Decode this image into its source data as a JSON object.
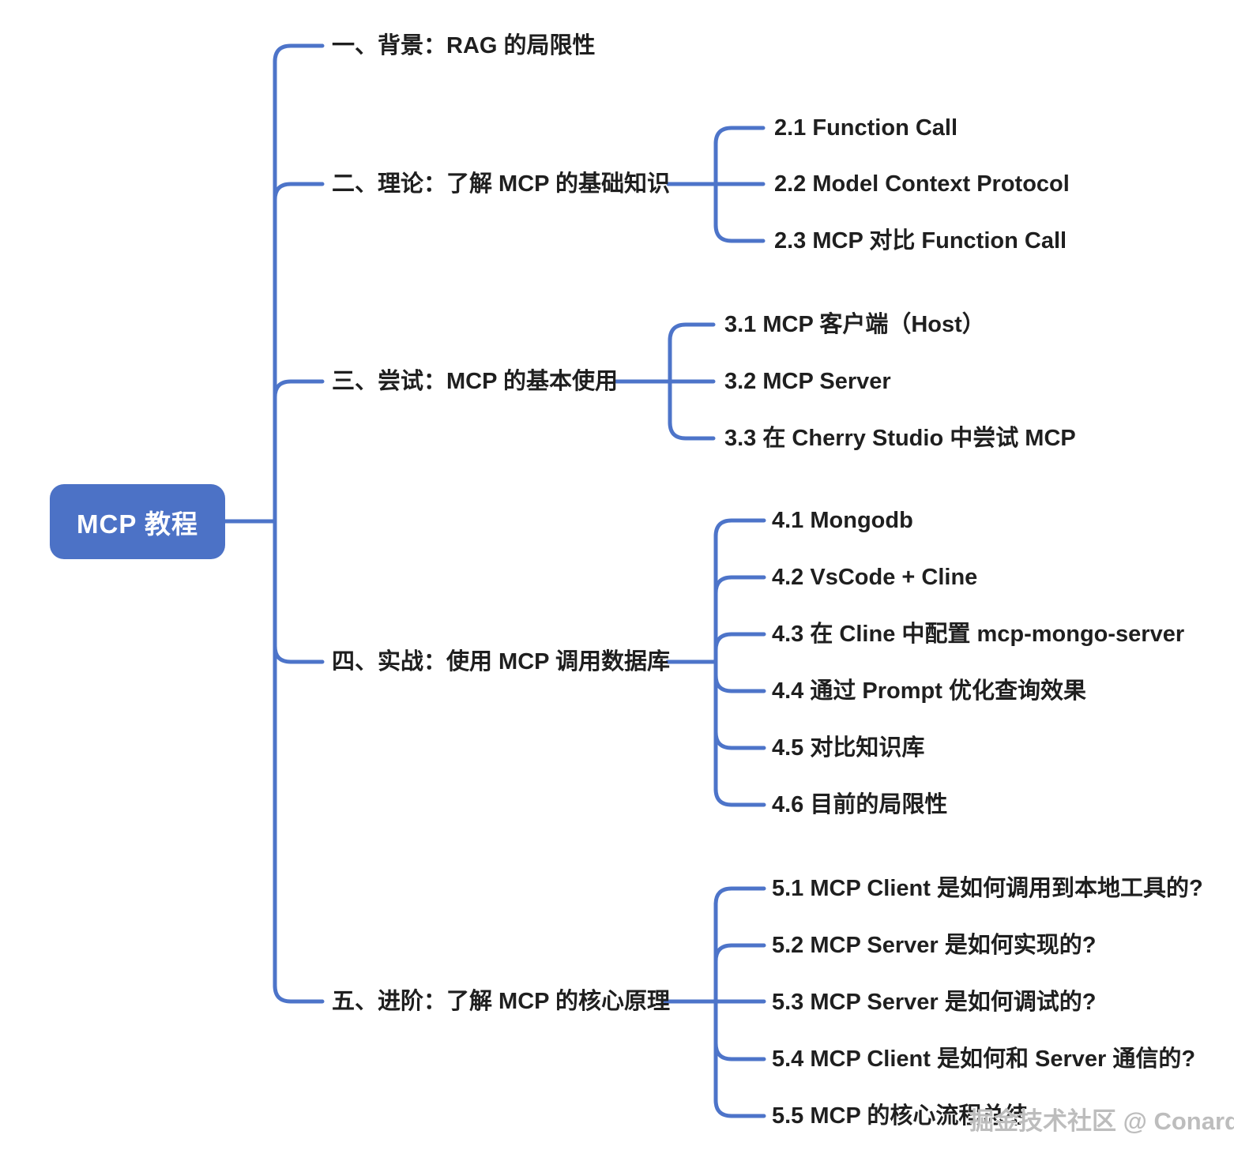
{
  "root": {
    "label": "MCP 教程"
  },
  "branches": [
    {
      "label": "一、背景：RAG 的局限性",
      "children": []
    },
    {
      "label": "二、理论：了解 MCP 的基础知识",
      "children": [
        "2.1 Function Call",
        "2.2 Model Context Protocol",
        "2.3 MCP 对比 Function Call"
      ]
    },
    {
      "label": "三、尝试：MCP 的基本使用",
      "children": [
        "3.1 MCP 客户端（Host）",
        "3.2 MCP Server",
        "3.3 在 Cherry Studio 中尝试 MCP"
      ]
    },
    {
      "label": "四、实战：使用 MCP 调用数据库",
      "children": [
        "4.1 Mongodb",
        "4.2 VsCode + Cline",
        "4.3 在 Cline 中配置 mcp-mongo-server",
        "4.4 通过 Prompt 优化查询效果",
        "4.5 对比知识库",
        "4.6 目前的局限性"
      ]
    },
    {
      "label": "五、进阶：了解 MCP 的核心原理",
      "children": [
        "5.1 MCP Client 是如何调用到本地工具的?",
        "5.2 MCP Server 是如何实现的?",
        "5.3 MCP Server 是如何调试的?",
        "5.4 MCP Client 是如何和 Server 通信的?",
        "5.5 MCP 的核心流程总结"
      ]
    }
  ],
  "watermark": "掘金技术社区 @ ConardLi",
  "colors": {
    "line": "#4d74c9",
    "root_fill": "#4c72c6",
    "root_text": "#ffffff",
    "label_text": "#1f1f1f",
    "watermark": "#bdbdbd",
    "background": "#ffffff"
  }
}
